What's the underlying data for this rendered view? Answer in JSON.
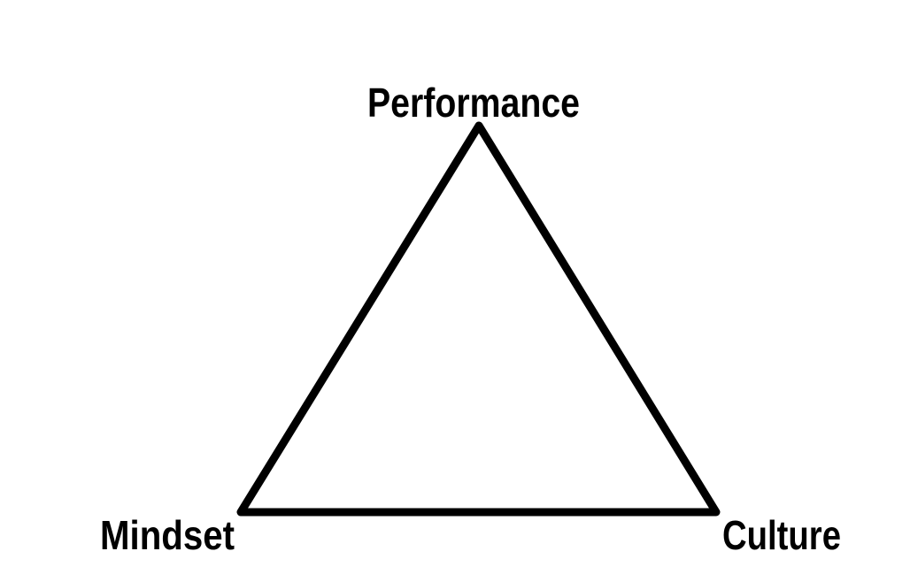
{
  "diagram": {
    "type": "triangle",
    "stroke_color": "#000000",
    "background_color": "#ffffff",
    "vertices": [
      {
        "id": "top",
        "label": "Performance"
      },
      {
        "id": "bottom-left",
        "label": "Mindset"
      },
      {
        "id": "bottom-right",
        "label": "Culture"
      }
    ]
  }
}
